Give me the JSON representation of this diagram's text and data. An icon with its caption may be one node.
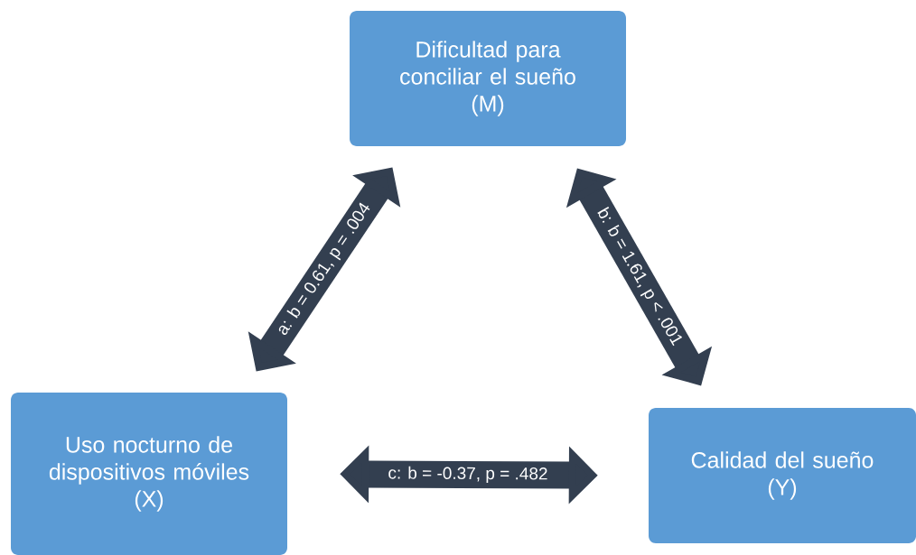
{
  "diagram": {
    "nodes": [
      {
        "text": [
          "Dificultad para conciliar el sueño",
          "(M)"
        ]
      },
      {
        "text": [
          "Uso nocturno de dispositivos móviles",
          "(X)"
        ]
      },
      {
        "text": [
          "Calidad del sueño",
          "(Y)"
        ]
      }
    ],
    "edges": [
      {
        "from": 1,
        "to": 0,
        "arrow": "both",
        "label": "a: b = 0.61, p = .004"
      },
      {
        "from": 0,
        "to": 2,
        "arrow": "both",
        "label": "b: b = 1.61, p < .001"
      },
      {
        "from": 1,
        "to": 2,
        "arrow": "both",
        "label": "c: b = -0.37, p = .482"
      }
    ]
  }
}
